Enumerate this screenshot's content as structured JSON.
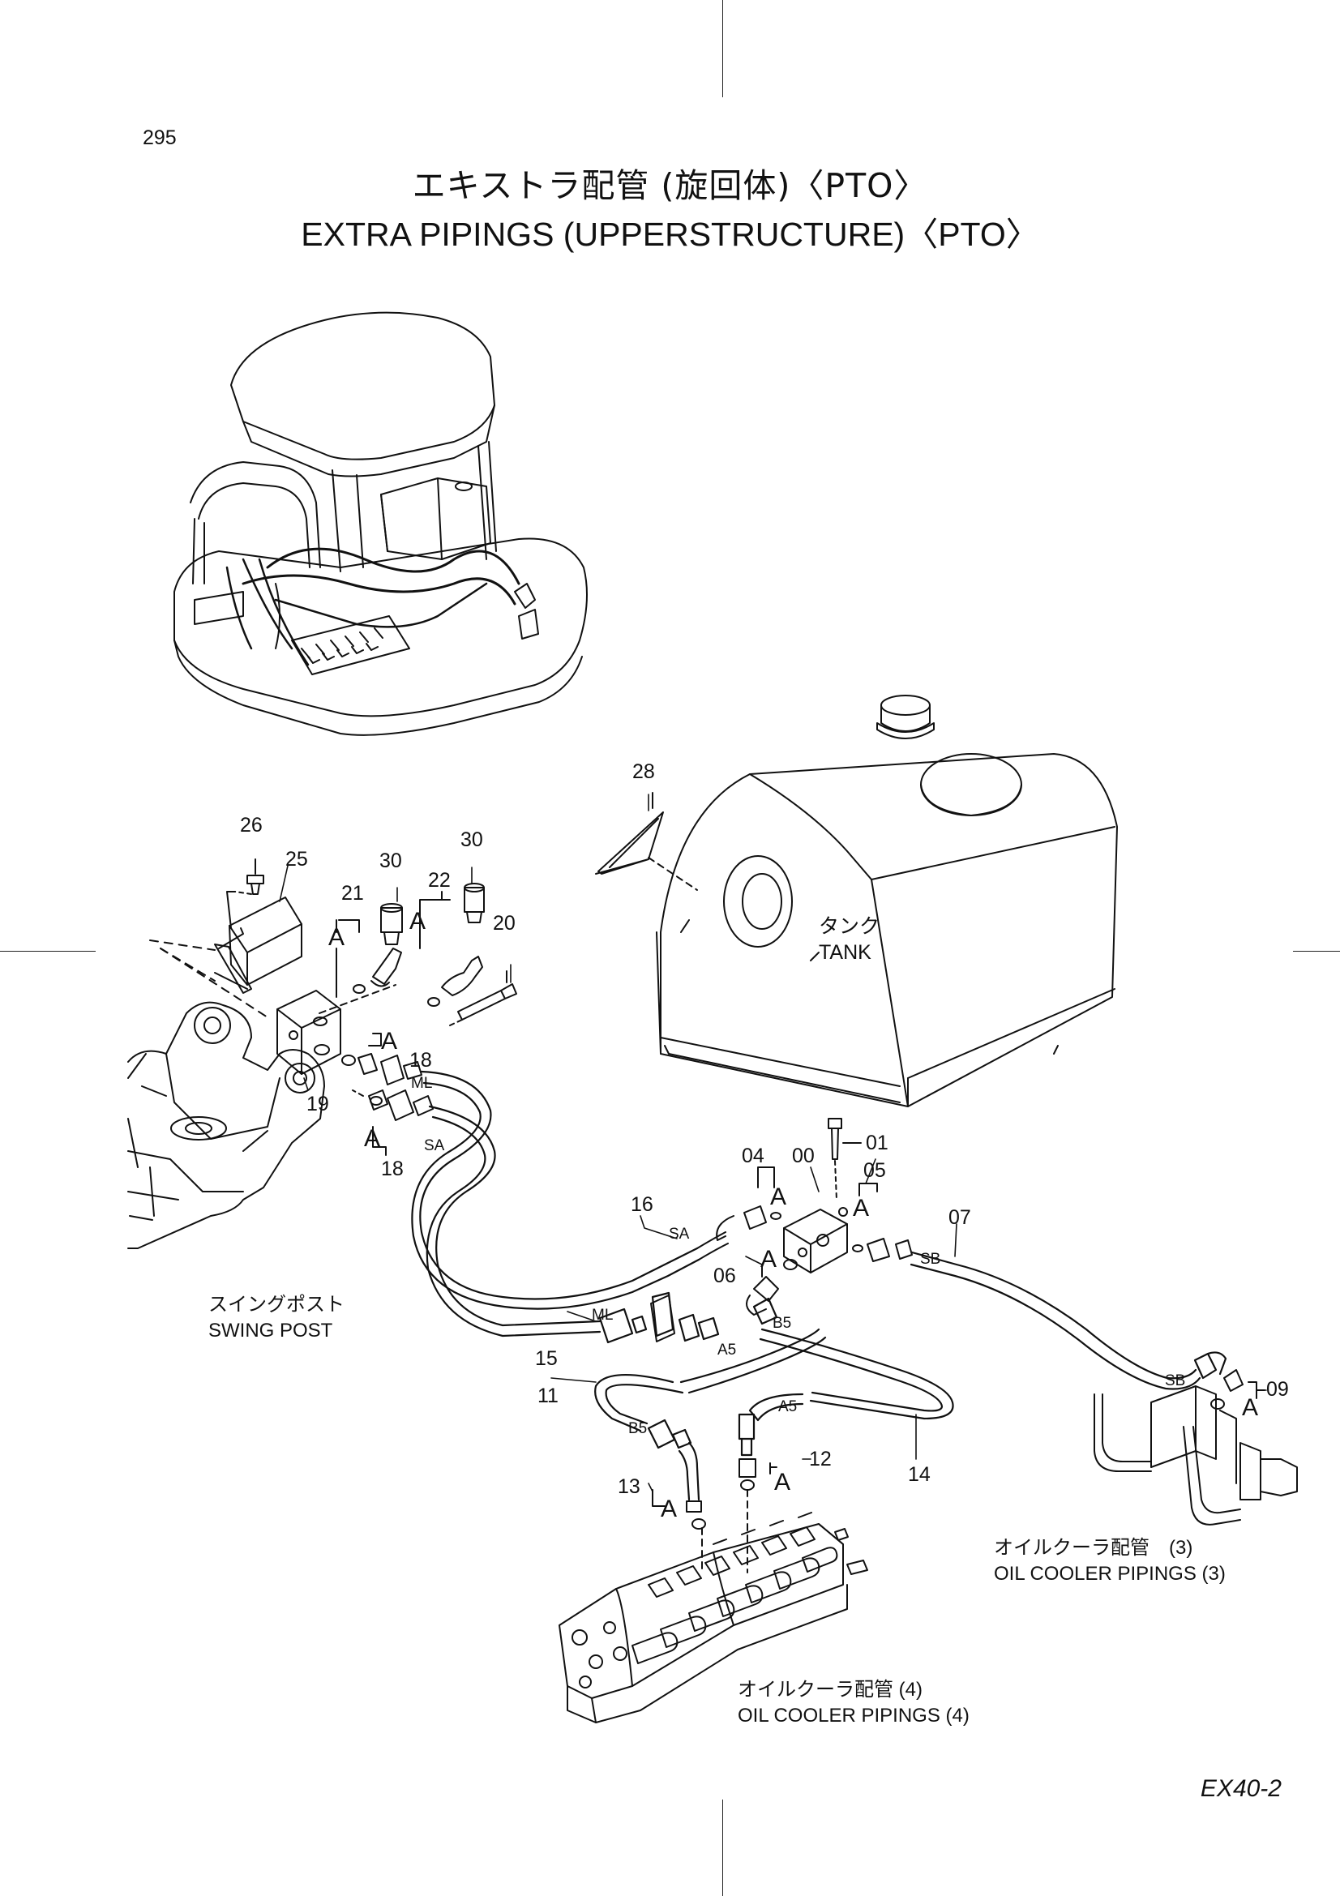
{
  "page_number": "295",
  "title_jp": "エキストラ配管 (旋回体)〈PTO〉",
  "title_en": "EXTRA PIPINGS (UPPERSTRUCTURE)〈PTO〉",
  "model_code": "EX40-2",
  "labels": {
    "tank_jp": "タンク",
    "tank_en": "TANK",
    "swing_post_jp": "スイングポスト",
    "swing_post_en": "SWING POST",
    "oil_cooler_3_jp": "オイルクーラ配管　(3)",
    "oil_cooler_3_en": "OIL COOLER PIPINGS (3)",
    "oil_cooler_4_jp": "オイルクーラ配管 (4)",
    "oil_cooler_4_en": "OIL COOLER PIPINGS (4)"
  },
  "part_numbers": {
    "p00": "00",
    "p01": "01",
    "p04": "04",
    "p05": "05",
    "p06": "06",
    "p07": "07",
    "p09": "09",
    "p11": "11",
    "p12": "12",
    "p13": "13",
    "p14": "14",
    "p15": "15",
    "p16": "16",
    "p18a": "18",
    "p18b": "18",
    "p19": "19",
    "p20": "20",
    "p21": "21",
    "p22": "22",
    "p25": "25",
    "p26": "26",
    "p28": "28",
    "p30a": "30",
    "p30b": "30"
  },
  "port_marks": {
    "ml1": "ML",
    "sa1": "SA",
    "sa2": "SA",
    "sb1": "SB",
    "sb2": "SB",
    "ml2": "ML",
    "a5a": "A5",
    "b5a": "B5",
    "a5b": "A5",
    "b5b": "B5"
  },
  "detail_letter": "A",
  "colors": {
    "ink": "#111111",
    "paper": "#ffffff"
  }
}
